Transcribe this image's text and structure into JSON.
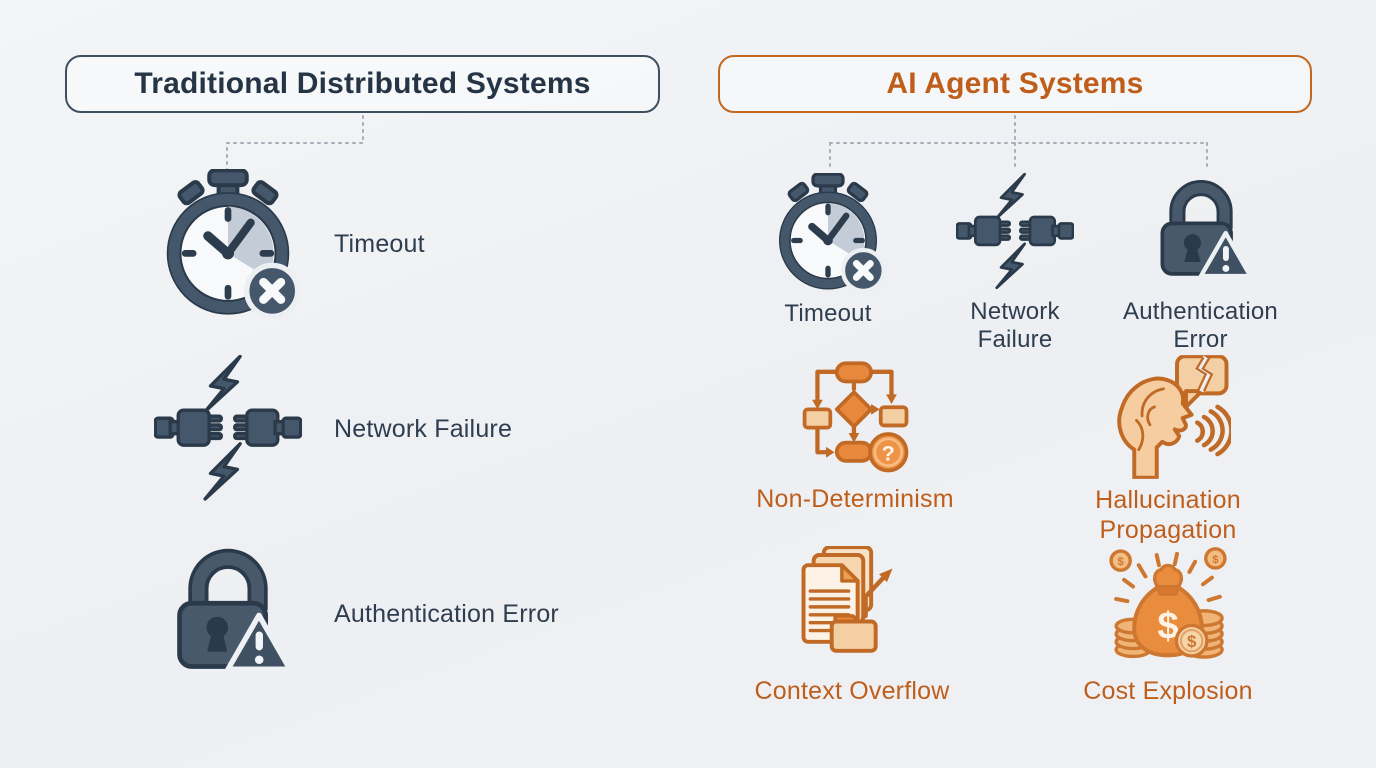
{
  "left_panel": {
    "title": "Traditional Distributed Systems",
    "items": [
      {
        "label": "Timeout",
        "icon": "stopwatch-error-icon"
      },
      {
        "label": "Network Failure",
        "icon": "broken-connection-icon"
      },
      {
        "label": "Authentication Error",
        "icon": "lock-warning-icon"
      }
    ]
  },
  "right_panel": {
    "title": "AI Agent Systems",
    "items": [
      {
        "label": "Timeout",
        "icon": "stopwatch-error-icon"
      },
      {
        "label": "Network Failure",
        "icon": "broken-connection-icon"
      },
      {
        "label": "Authentication Error",
        "icon": "lock-warning-icon"
      },
      {
        "label": "Non-Determinism",
        "icon": "flowchart-question-icon"
      },
      {
        "label": "Hallucination Propagation",
        "icon": "speaking-head-broken-bubble-icon"
      },
      {
        "label": "Context Overflow",
        "icon": "documents-folder-arrow-icon"
      },
      {
        "label": "Cost Explosion",
        "icon": "money-bag-coins-icon"
      }
    ]
  },
  "colors": {
    "background": "#edeff2",
    "slate_text": "#2e3d50",
    "slate_border": "#3f4f61",
    "slate_icon": "#45576b",
    "slate_icon_dark": "#2b3a4a",
    "slate_icon_light": "#bcc7d3",
    "orange_text": "#bf5e1b",
    "orange_border": "#c2671f",
    "orange_icon_stroke": "#c06a26",
    "orange_icon_solid": "#e8883c",
    "orange_icon_light": "#f5cfa4",
    "connector_dotted": "#a6aeb7"
  }
}
